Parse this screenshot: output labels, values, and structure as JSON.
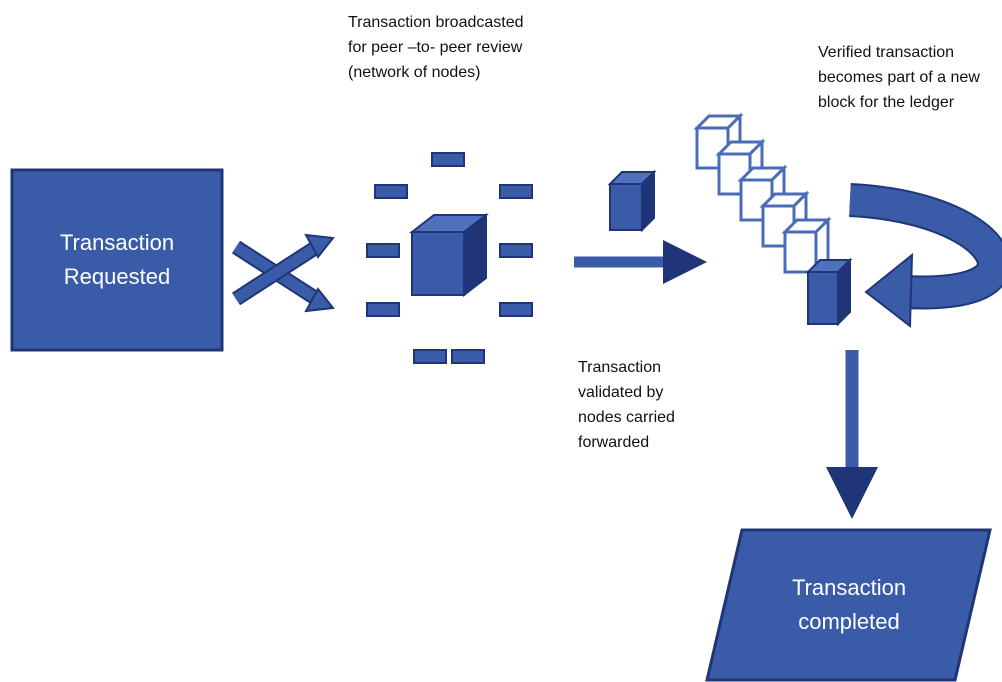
{
  "colors": {
    "primary": "#3a5ca8",
    "dark": "#1f3577",
    "outline_blue": "#4a6cb8",
    "background": "#ffffff"
  },
  "nodes": {
    "requested": {
      "label": "Transaction\nRequested"
    },
    "completed": {
      "label": "Transaction\ncompleted"
    }
  },
  "captions": {
    "broadcast": "Transaction broadcasted\nfor peer –to- peer review\n(network of nodes)",
    "validated": "Transaction\nvalidated by\nnodes carried\nforwarded",
    "verified": "Verified transaction\nbecomes part of a new\nblock for the ledger"
  },
  "icons": [
    "crossed-arrows-icon",
    "network-of-nodes-icon",
    "transaction-block-icon",
    "right-arrow-icon",
    "blockchain-icon",
    "curved-arrow-icon",
    "down-arrow-icon"
  ]
}
